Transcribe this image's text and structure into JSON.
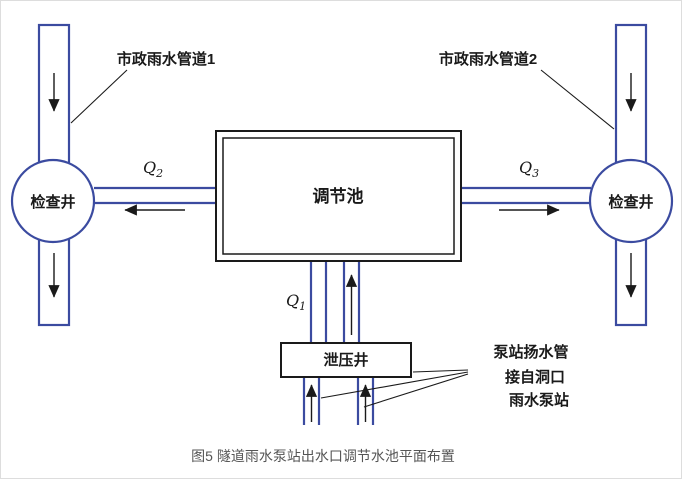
{
  "figure": {
    "caption": "图5 隧道雨水泵站出水口调节水池平面布置",
    "colors": {
      "pipe": "#3b4ba0",
      "line": "#1a1a1a",
      "text": "#1a1a1a",
      "caption": "#555555"
    },
    "labels": {
      "municipal_pipe_1": "市政雨水管道1",
      "municipal_pipe_2": "市政雨水管道2",
      "inspection_well_left": "检查井",
      "inspection_well_right": "检查井",
      "regulating_pool": "调节池",
      "relief_well": "泄压井",
      "note_line1": "泵站扬水管",
      "note_line2": "接自洞口",
      "note_line3": "雨水泵站"
    },
    "flows": {
      "q1": {
        "symbol": "Q",
        "sub": "1"
      },
      "q2": {
        "symbol": "Q",
        "sub": "2"
      },
      "q3": {
        "symbol": "Q",
        "sub": "3"
      }
    }
  }
}
